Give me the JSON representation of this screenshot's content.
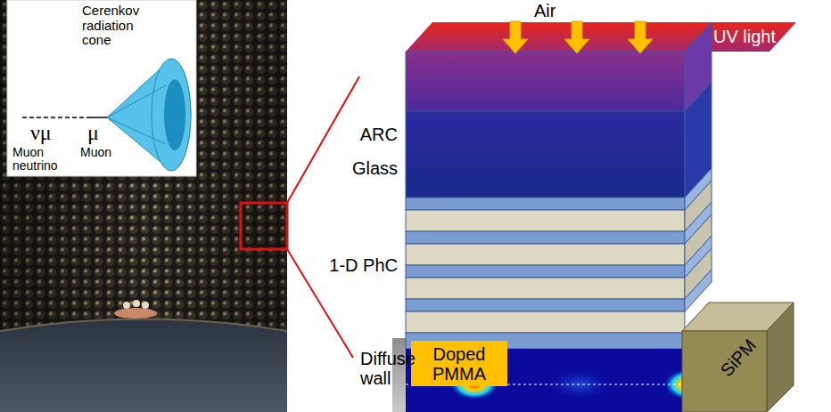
{
  "diagram": {
    "nodes": [
      {
        "text": [
          "Cerenkov radiation cone",
          "νμ",
          "μ",
          "Muon neutrino",
          "Muon"
        ]
      },
      {
        "text": [
          "Doped PMMA"
        ]
      },
      {
        "text": [
          "SiPM"
        ]
      }
    ],
    "labels": [
      "Air",
      "UV light",
      "ARC",
      "Glass",
      "1-D PhC",
      "Diffuse wall"
    ]
  }
}
